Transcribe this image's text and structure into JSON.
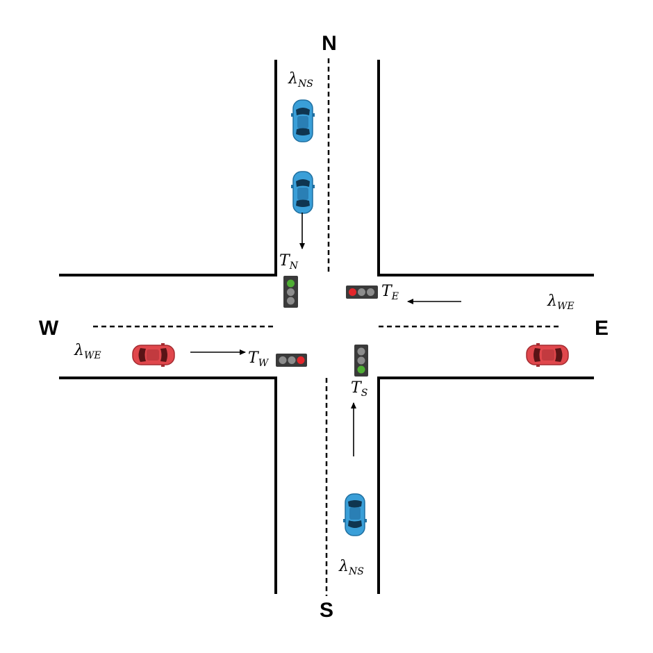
{
  "directions": {
    "north": "N",
    "south": "S",
    "west": "W",
    "east": "E"
  },
  "rates": {
    "ns": {
      "symbol": "λ",
      "subscript": "NS"
    },
    "we": {
      "symbol": "λ",
      "subscript": "WE"
    }
  },
  "lights": {
    "north": {
      "symbol": "T",
      "subscript": "N",
      "active": "green"
    },
    "east": {
      "symbol": "T",
      "subscript": "E",
      "active": "red"
    },
    "west": {
      "symbol": "T",
      "subscript": "W",
      "active": "red"
    },
    "south": {
      "symbol": "T",
      "subscript": "S",
      "active": "green"
    }
  },
  "colors": {
    "road_edge": "#000000",
    "car_ns": "#3a9fd8",
    "car_we": "#e0474c",
    "signal_housing": "#3a3a3a",
    "signal_off": "#8c8c8c",
    "signal_red": "#e3262b",
    "signal_green": "#4fae34"
  }
}
